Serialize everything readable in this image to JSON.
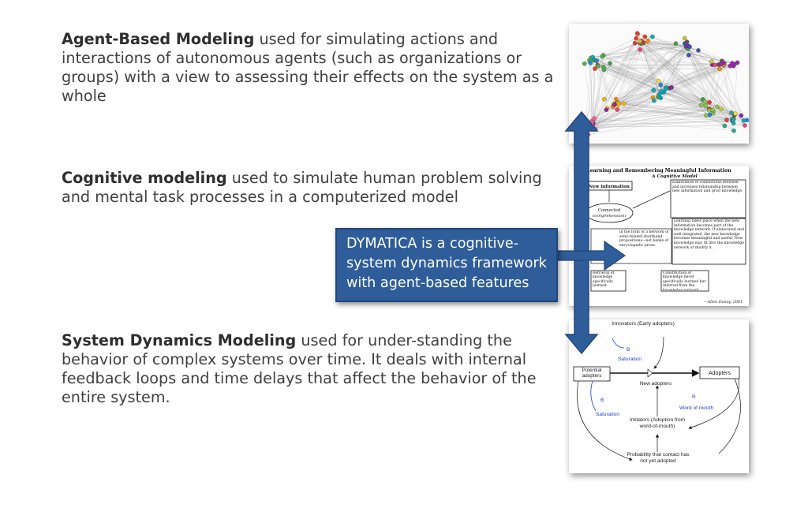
{
  "sections": [
    {
      "term": "Agent-Based Modeling",
      "text": " used for simulating actions and interactions of autonomous agents (such as organizations or groups) with a view to assessing their effects on the system as a whole"
    },
    {
      "term": "Cognitive modeling",
      "text": " used to simulate human problem solving and mental task processes in a computerized model"
    },
    {
      "term": "System Dynamics Modeling",
      "text": " used for under-standing the behavior of complex systems over time. It deals with internal feedback loops and time delays that affect the behavior of the entire system."
    }
  ],
  "callout": {
    "text": "DYMATICA is a cognitive-system dynamics framework with agent-based features"
  },
  "cognitive_model": {
    "title": "Learning and Remembering Meaningful Information",
    "subtitle": "A Cognitive Model",
    "new_information": "New information",
    "connected": "Connected",
    "comprehension": "(comprehension)",
    "elaboration": "Elaboration of connections between and increases relationship between new information and prior knowledge.",
    "learning": "Learning takes place when the new information becomes part of the knowledge network. If elaborated and well integrated, the new knowledge becomes meaningful and useful. New knowledge may fit into the knowledge network or modify it.",
    "network_text": "in the form of a network of semi-related shorthand propositions—not banks of encyclopedic prose.",
    "retrieval": "Retrieval of knowledge specifically learned",
    "construction": "Construction of knowledge never specifically learned but inferred from the knowledge network",
    "credit": "—Allen Danny, 2001"
  },
  "system_dynamics": {
    "innovators": "Innovators (Early adopters)",
    "potential_adopters": "Potential adopters",
    "adopters": "Adopters",
    "new_adopters": "New adopters",
    "saturation_top": "Saturation",
    "saturation_bottom": "Saturation",
    "word_of_mouth": "Word of mouth",
    "imitators": "Imitators (Adoption from word-of-mouth)",
    "probability": "Probability that contact has not yet adopted",
    "loop_b1": "B",
    "loop_b2": "B",
    "loop_r": "R"
  },
  "colors": {
    "callout_fill": "#2f5d99",
    "arrow_fill": "#2f5d99",
    "text_body": "#404040",
    "sd_loop_label": "#1f3fbf"
  }
}
